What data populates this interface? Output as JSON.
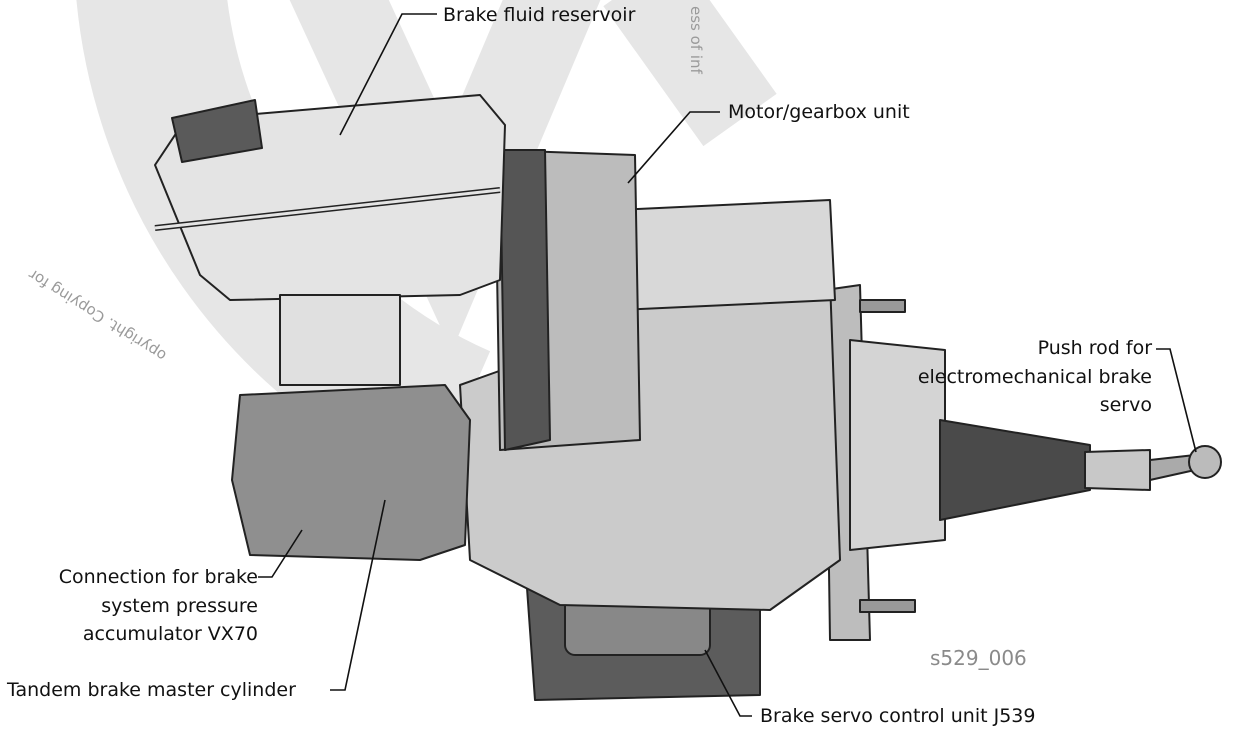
{
  "watermark": {
    "text_left": "opyright. Copying for",
    "text_top": "ess of inf"
  },
  "figure_id": "s529_006",
  "labels": {
    "reservoir": "Brake fluid reservoir",
    "motor": "Motor/gearbox unit",
    "push_rod": [
      "Push rod for",
      "electromechanical brake",
      "servo"
    ],
    "connection": [
      "Connection for brake",
      "system pressure",
      "accumulator VX70"
    ],
    "master_cylinder": "Tandem brake master cylinder",
    "control_unit": "Brake servo control unit J539"
  },
  "colors": {
    "watermark": "#e6e6e6",
    "body": "#cfcfcf",
    "dark": "#555555",
    "outline": "#222222"
  }
}
